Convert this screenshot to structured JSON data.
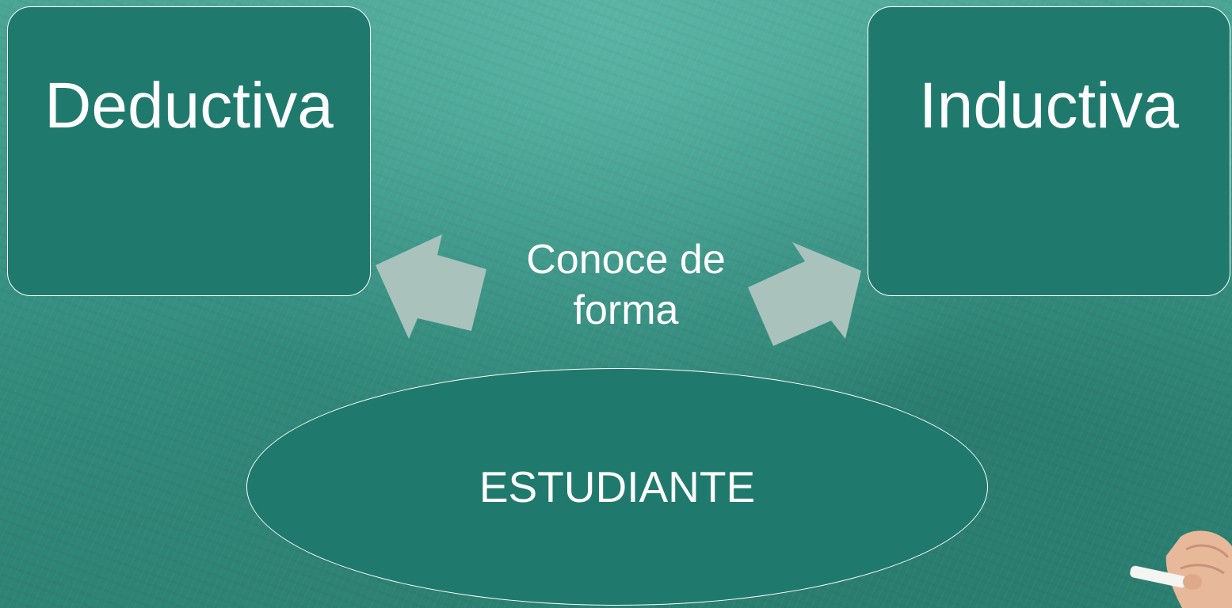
{
  "diagram": {
    "left_box": {
      "label": "Deductiva"
    },
    "right_box": {
      "label": "Inductiva"
    },
    "connector": {
      "line1": "Conoce de",
      "line2": "forma"
    },
    "center_node": {
      "label": "ESTUDIANTE"
    }
  },
  "colors": {
    "background": "#3a9686",
    "shape_fill": "#1f7a6d",
    "shape_border": "#ffffff",
    "arrow_fill": "#a9c2bc",
    "text": "#ffffff"
  }
}
